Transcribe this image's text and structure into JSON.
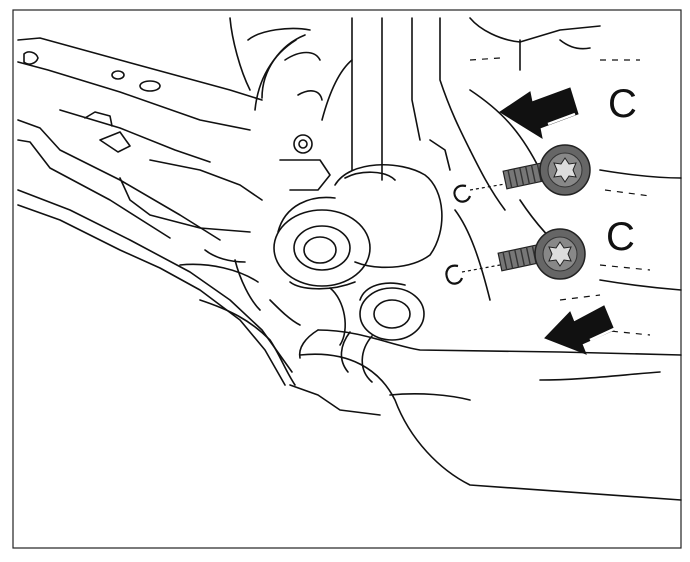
{
  "figure": {
    "labels": [
      {
        "id": "upper",
        "text": "C"
      },
      {
        "id": "lower",
        "text": "C"
      }
    ],
    "fasteners": [
      {
        "type": "torx-bolt",
        "position": "upper"
      },
      {
        "type": "torx-bolt",
        "position": "lower"
      }
    ],
    "arrows": [
      {
        "direction": "left",
        "position": "upper"
      },
      {
        "direction": "left",
        "position": "lower"
      }
    ],
    "colors": {
      "line": "#111111",
      "background": "#ffffff",
      "bolt_fill": "#777777",
      "bolt_dark": "#333333",
      "arrow": "#111111"
    }
  }
}
